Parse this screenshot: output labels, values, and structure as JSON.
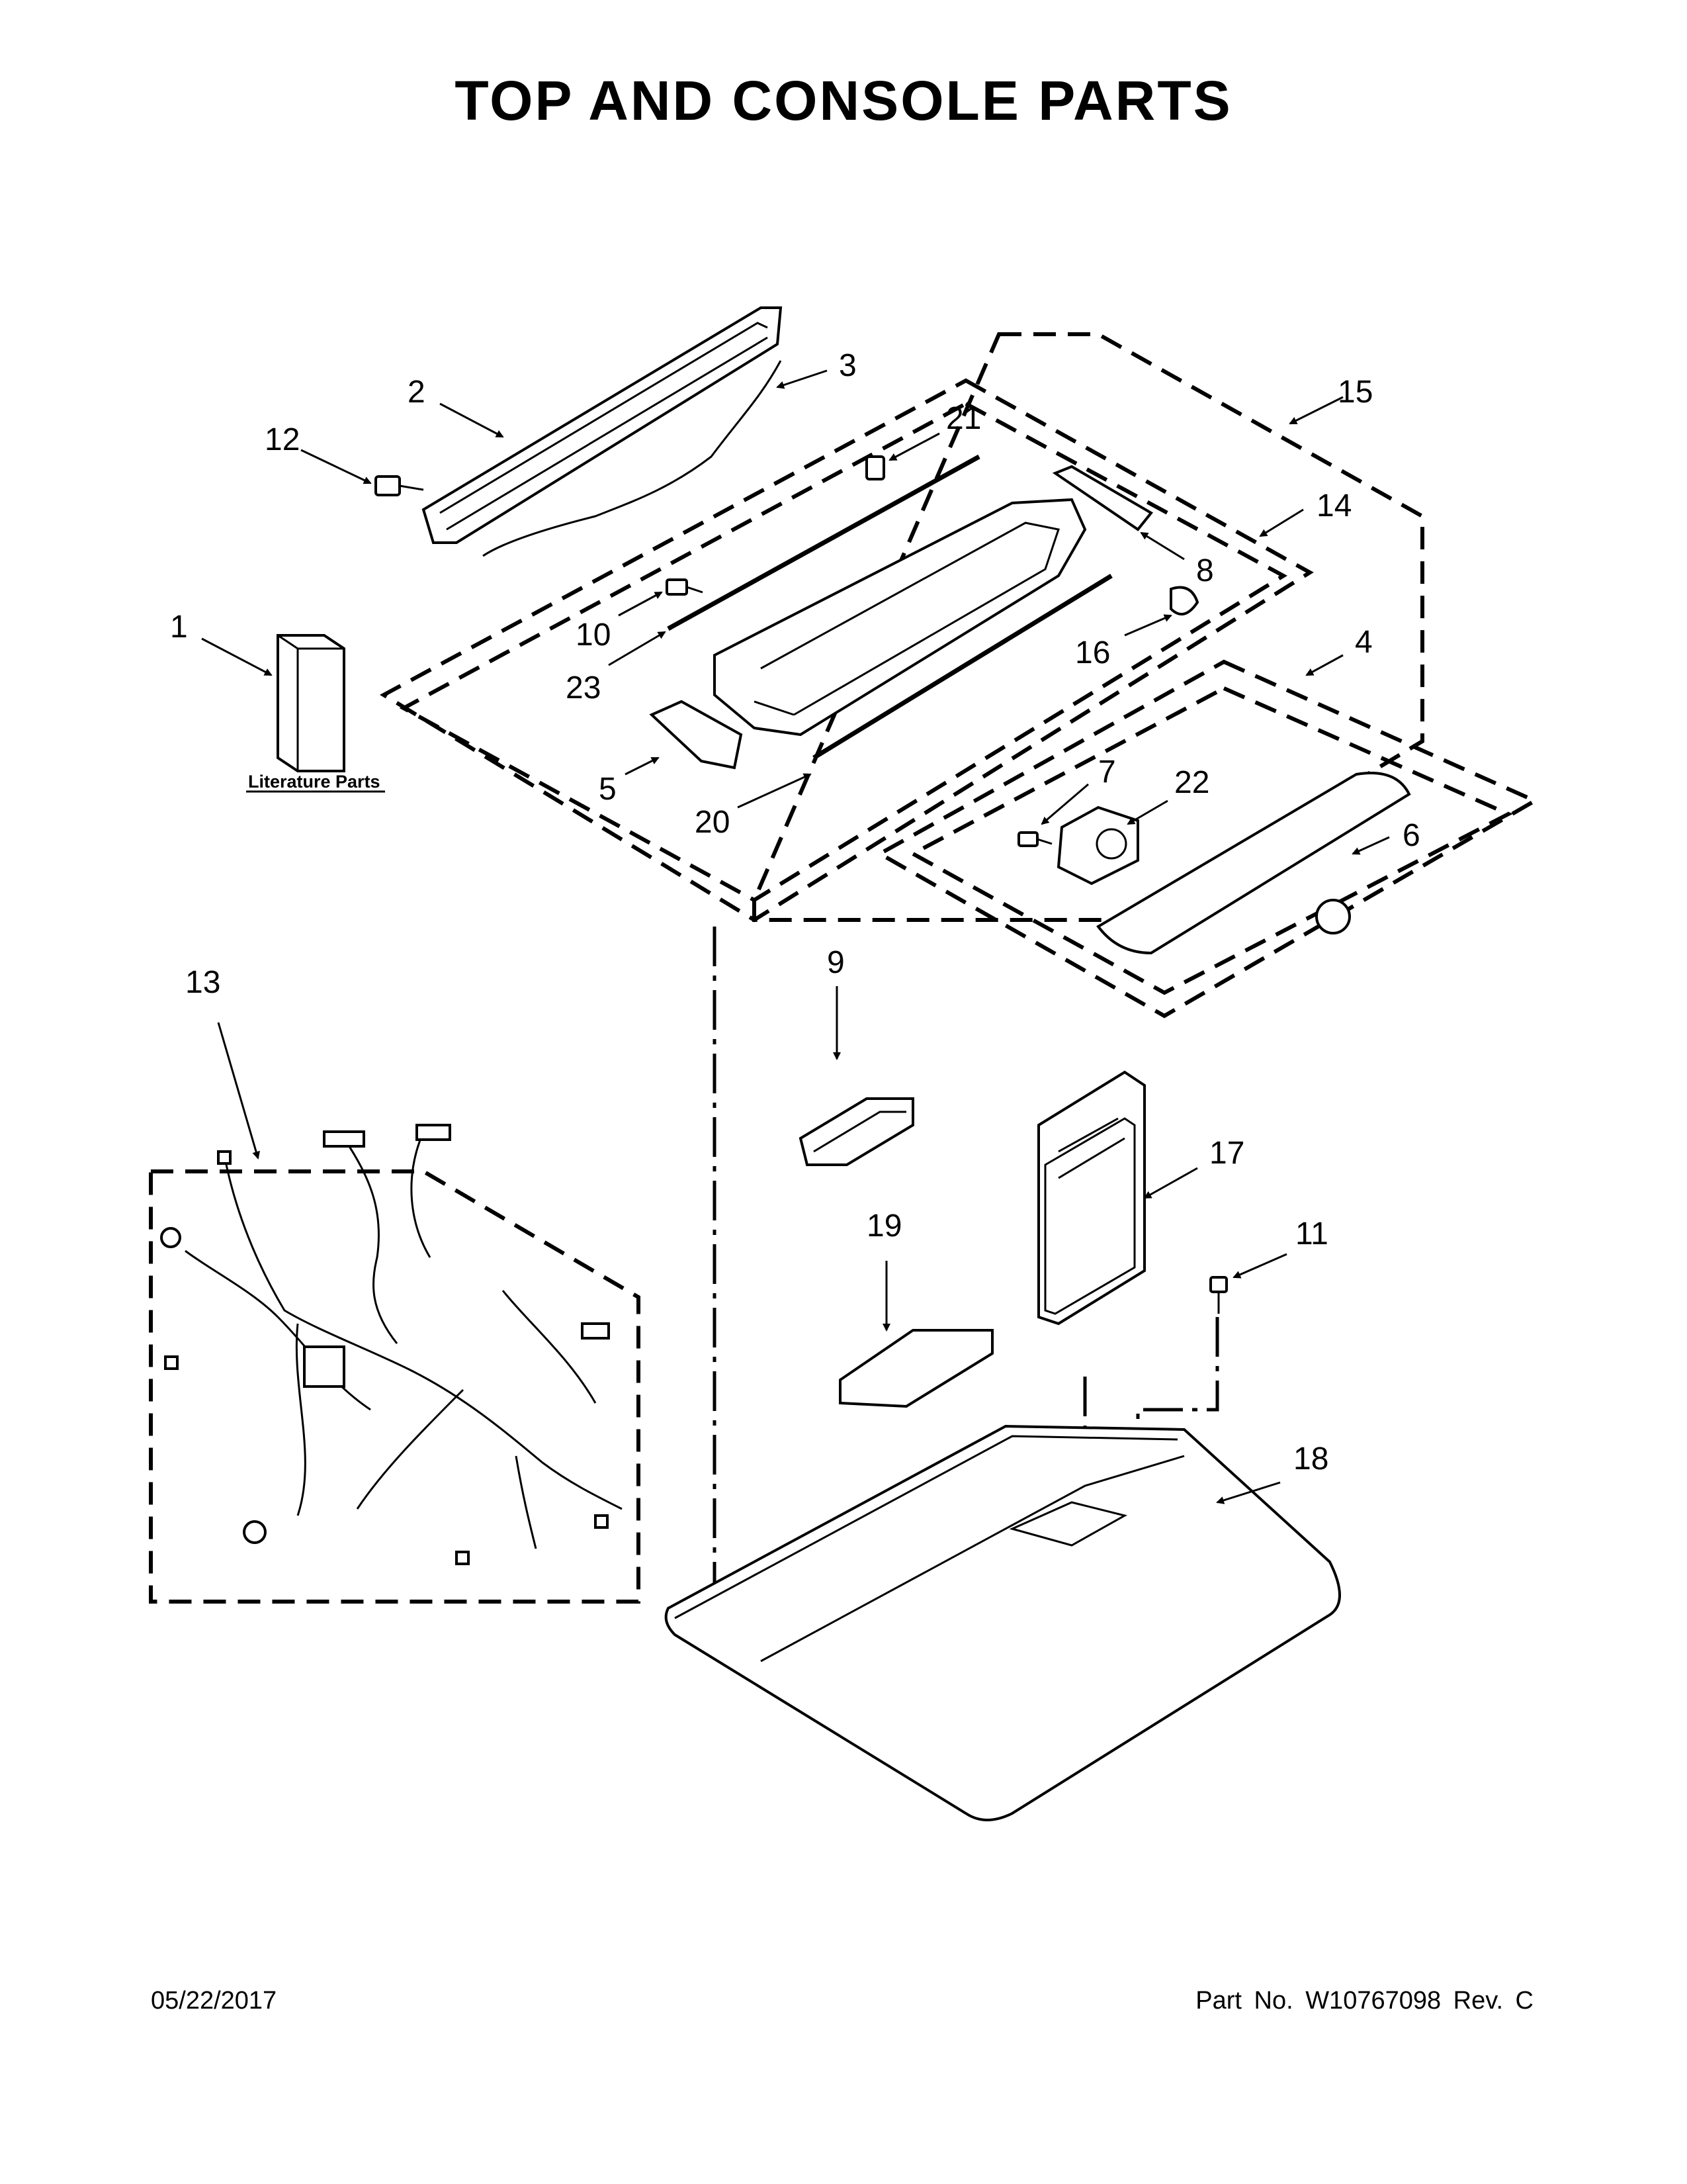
{
  "title": "TOP AND CONSOLE PARTS",
  "footer": {
    "date": "05/22/2017",
    "part_no": "Part No.  W10767098  Rev.  C"
  },
  "literature_label": "Literature Parts",
  "callouts": {
    "c1": "1",
    "c2": "2",
    "c3": "3",
    "c4": "4",
    "c5": "5",
    "c6": "6",
    "c7": "7",
    "c8": "8",
    "c9": "9",
    "c10": "10",
    "c11": "11",
    "c12": "12",
    "c13": "13",
    "c14": "14",
    "c15": "15",
    "c16": "16",
    "c17": "17",
    "c18": "18",
    "c19": "19",
    "c20": "20",
    "c21": "21",
    "c22": "22",
    "c23": "23"
  }
}
